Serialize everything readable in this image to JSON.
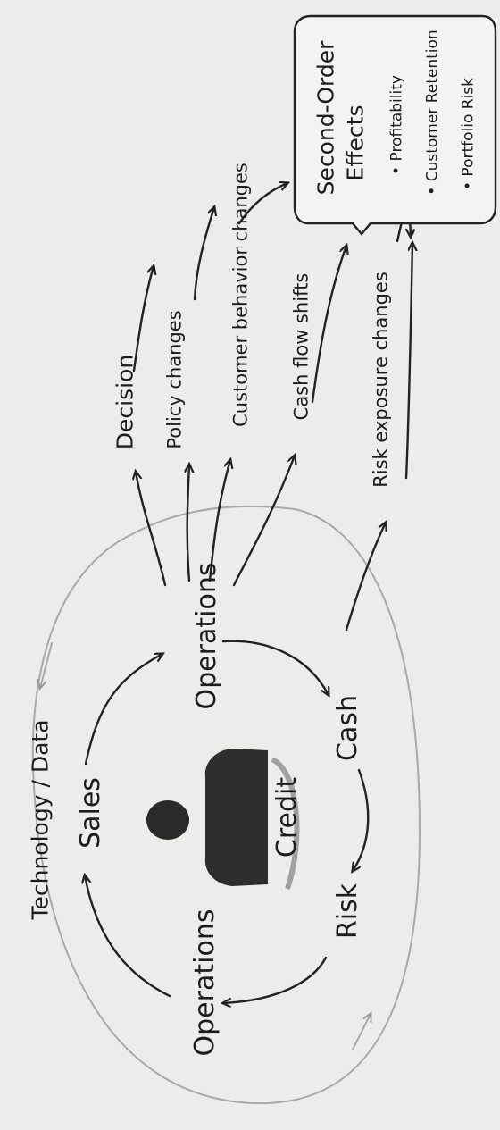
{
  "labels": {
    "technology_data": "Technology / Data",
    "sales": "Sales",
    "operations_left": "Operations",
    "operations_center": "Operations",
    "risk": "Risk",
    "cash": "Cash",
    "credit": "Credit",
    "decision": "Decision",
    "policy_changes": "Policy changes",
    "customer_behavior_changes": "Customer behavior changes",
    "cash_flow_shifts": "Cash flow shifts",
    "risk_exposure_changes": "Risk exposure changes"
  },
  "effects_box": {
    "title_line1": "Second-Order",
    "title_line2": "Effects",
    "items": [
      "• Profitability",
      "• Customer Retention",
      "• Portfolio Risk"
    ]
  }
}
